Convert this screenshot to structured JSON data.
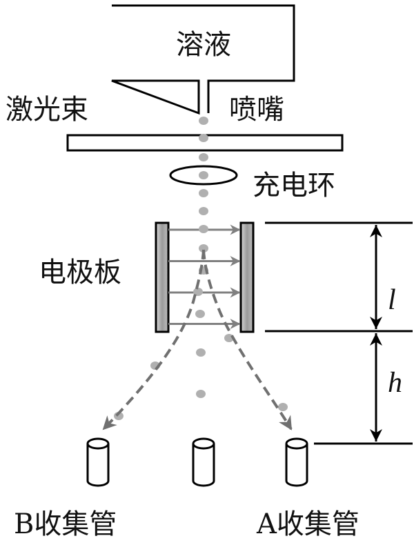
{
  "labels": {
    "solution": "溶液",
    "laser_beam": "激光束",
    "nozzle": "喷嘴",
    "charging_ring": "充电环",
    "electrode_plates": "电极板",
    "length_symbol": "l",
    "height_symbol": "h",
    "tube_b": "B收集管",
    "tube_a": "A收集管"
  },
  "colors": {
    "stroke": "#000000",
    "droplet": "#b0b0b0",
    "field_arrow": "#808080",
    "trajectory": "#707070",
    "plate_fill": "#a8a8a8"
  },
  "field_lines_count": 4,
  "collection_tubes": [
    "B",
    "center",
    "A"
  ]
}
